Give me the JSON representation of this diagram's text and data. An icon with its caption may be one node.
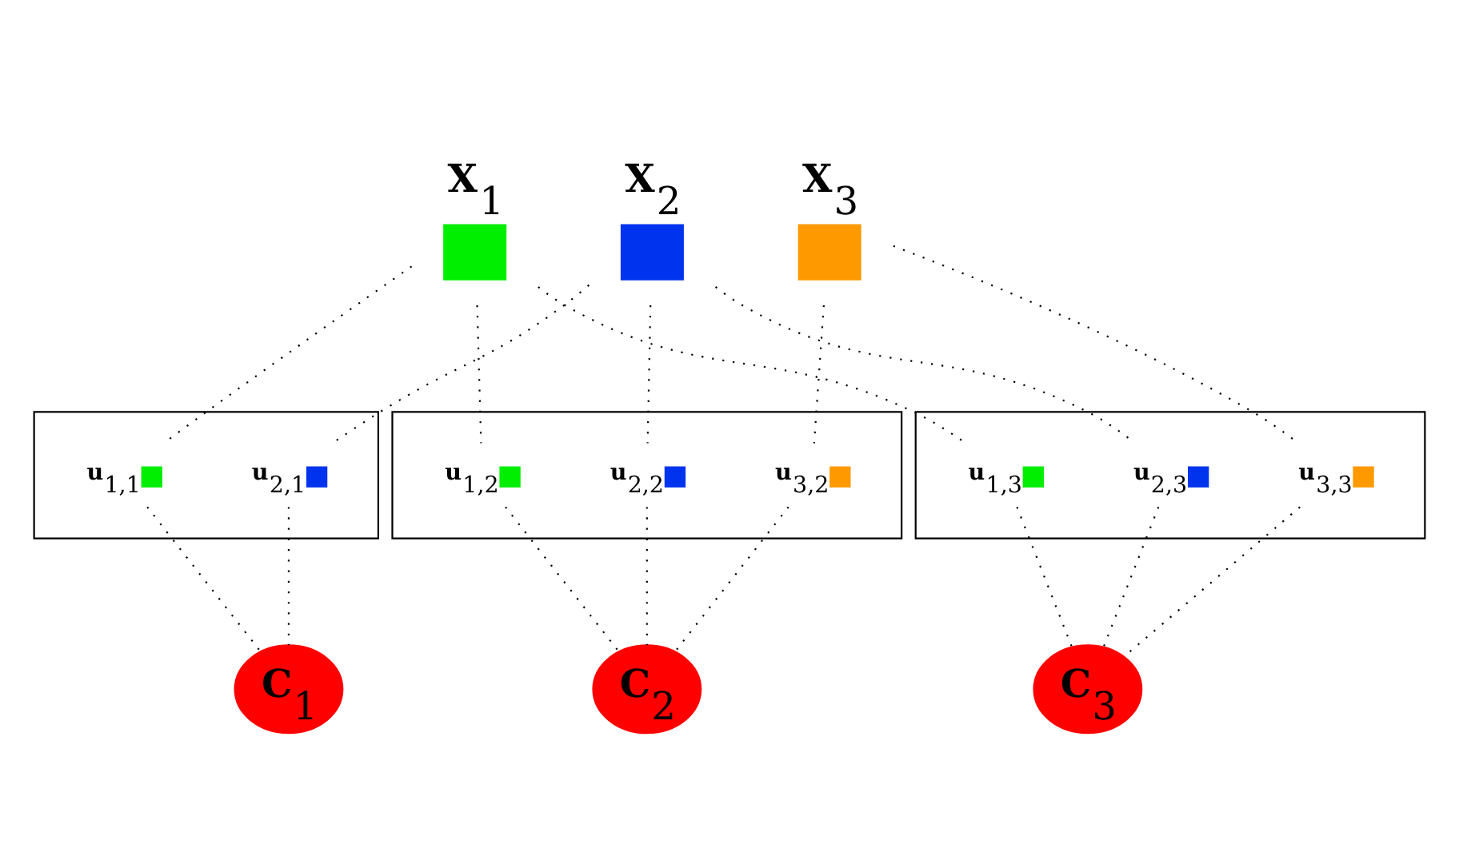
{
  "diagram": {
    "nodes": [
      {
        "text": [
          "X$_{1}$"
        ]
      },
      {
        "text": [
          "X$_{2}$"
        ]
      },
      {
        "text": [
          "X$_{3}$"
        ]
      },
      {
        "text": [],
        "shape": "box"
      },
      {
        "text": [
          "u$_{1,1}$"
        ],
        "in": 3
      },
      {
        "text": [
          "u$_{2,1}$"
        ],
        "in": 3
      },
      {
        "text": [],
        "shape": "box"
      },
      {
        "text": [
          "u$_{1,2}$"
        ],
        "in": 6
      },
      {
        "text": [
          "u$_{2,2}$"
        ],
        "in": 6
      },
      {
        "text": [
          "u$_{3,2}$"
        ],
        "in": 6
      },
      {
        "text": [],
        "shape": "box"
      },
      {
        "text": [
          "u$_{1,3}$"
        ],
        "in": 10
      },
      {
        "text": [
          "u$_{2,3}$"
        ],
        "in": 10
      },
      {
        "text": [
          "u$_{3,3}$"
        ],
        "in": 10
      },
      {
        "text": [
          "C$_{1}$"
        ]
      },
      {
        "text": [
          "C$_{2}$"
        ]
      },
      {
        "text": [
          "C$_{3}$"
        ]
      }
    ],
    "edges": [
      {
        "from": 0,
        "to": 4,
        "arrow": "none",
        "style": "dashed"
      },
      {
        "from": 4,
        "to": 14,
        "arrow": "none",
        "style": "dashed"
      },
      {
        "from": 0,
        "to": 7,
        "arrow": "none",
        "style": "dashed"
      },
      {
        "from": 7,
        "to": 15,
        "arrow": "none",
        "style": "dashed"
      },
      {
        "from": 0,
        "to": 11,
        "arrow": "none",
        "style": "dashed"
      },
      {
        "from": 11,
        "to": 16,
        "arrow": "none",
        "style": "dashed"
      },
      {
        "from": 1,
        "to": 5,
        "arrow": "none",
        "style": "dashed"
      },
      {
        "from": 5,
        "to": 14,
        "arrow": "none",
        "style": "dashed"
      },
      {
        "from": 1,
        "to": 8,
        "arrow": "none",
        "style": "dashed"
      },
      {
        "from": 8,
        "to": 15,
        "arrow": "none",
        "style": "dashed"
      },
      {
        "from": 1,
        "to": 12,
        "arrow": "none",
        "style": "dashed"
      },
      {
        "from": 12,
        "to": 16,
        "arrow": "none",
        "style": "dashed"
      },
      {
        "from": 2,
        "to": 9,
        "arrow": "none",
        "style": "dashed"
      },
      {
        "from": 9,
        "to": 15,
        "arrow": "none",
        "style": "dashed"
      },
      {
        "from": 2,
        "to": 13,
        "arrow": "none",
        "style": "dashed"
      },
      {
        "from": 13,
        "to": 16,
        "arrow": "none",
        "style": "dashed"
      }
    ]
  }
}
